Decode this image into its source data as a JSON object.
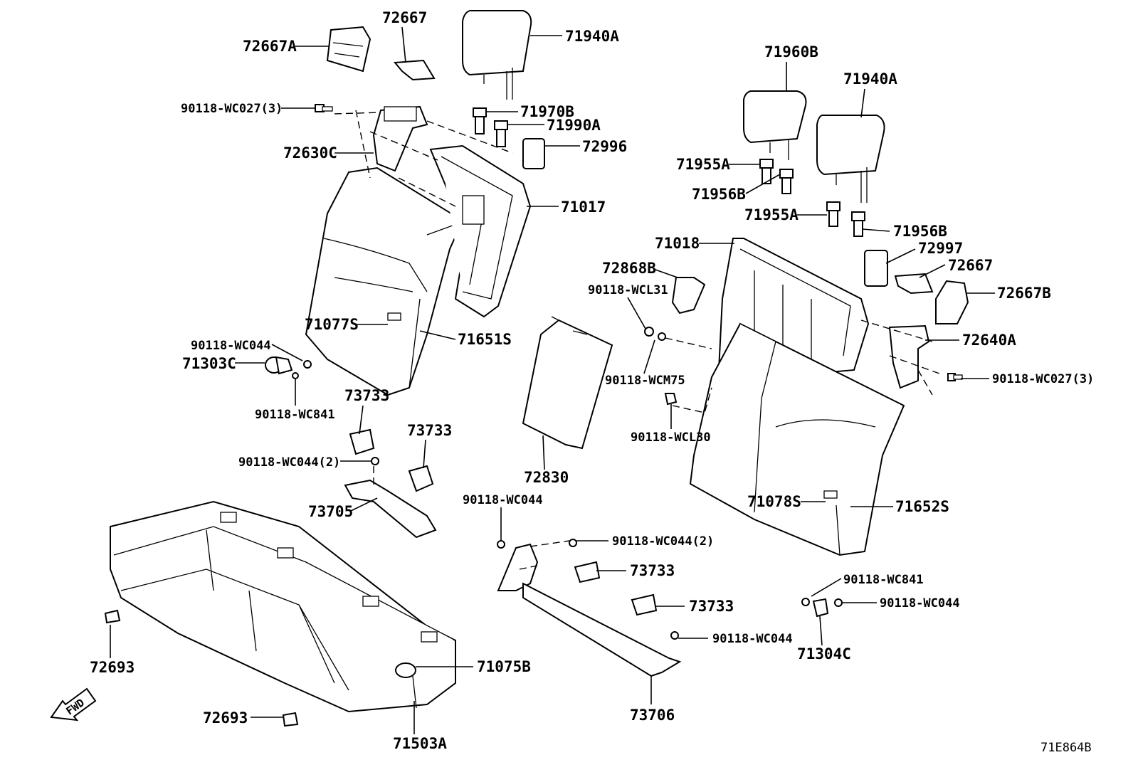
{
  "labels": {
    "l72667a_left": "72667A",
    "l72667_left": "72667",
    "l71940a_left": "71940A",
    "l90118wc027_left": "90118-WC027(3)",
    "l71970b": "71970B",
    "l71990a": "71990A",
    "l72630c": "72630C",
    "l72996": "72996",
    "l71017": "71017",
    "l71077s": "71077S",
    "l71651s": "71651S",
    "l90118wc044_a": "90118-WC044",
    "l71303c": "71303C",
    "l90118wc841_a": "90118-WC841",
    "l73733_a": "73733",
    "l73733_b": "73733",
    "l90118wc044_2a": "90118-WC044(2)",
    "l73705": "73705",
    "l72830": "72830",
    "l90118wc044_b": "90118-WC044",
    "l90118wc044_2b": "90118-WC044(2)",
    "l73733_c": "73733",
    "l73733_d": "73733",
    "l90118wc044_c": "90118-WC044",
    "l71075b": "71075B",
    "l72693_a": "72693",
    "l72693_b": "72693",
    "l71503a": "71503A",
    "l73706": "73706",
    "l71960b": "71960B",
    "l71940a_right": "71940A",
    "l71955a_a": "71955A",
    "l71956b_a": "71956B",
    "l71955a_b": "71955A",
    "l71956b_b": "71956B",
    "l71018": "71018",
    "l72997": "72997",
    "l72868b": "72868B",
    "l72667_right": "72667",
    "l90118wcl31": "90118-WCL31",
    "l72667b": "72667B",
    "l72640a": "72640A",
    "l90118wcm75": "90118-WCM75",
    "l90118wc027_right": "90118-WC027(3)",
    "l90118wcl30": "90118-WCL30",
    "l71078s": "71078S",
    "l71652s": "71652S",
    "l90118wc841_b": "90118-WC841",
    "l90118wc044_d": "90118-WC044",
    "l71304c": "71304C",
    "fwd": "FWD",
    "ref_code": "71E864B"
  }
}
